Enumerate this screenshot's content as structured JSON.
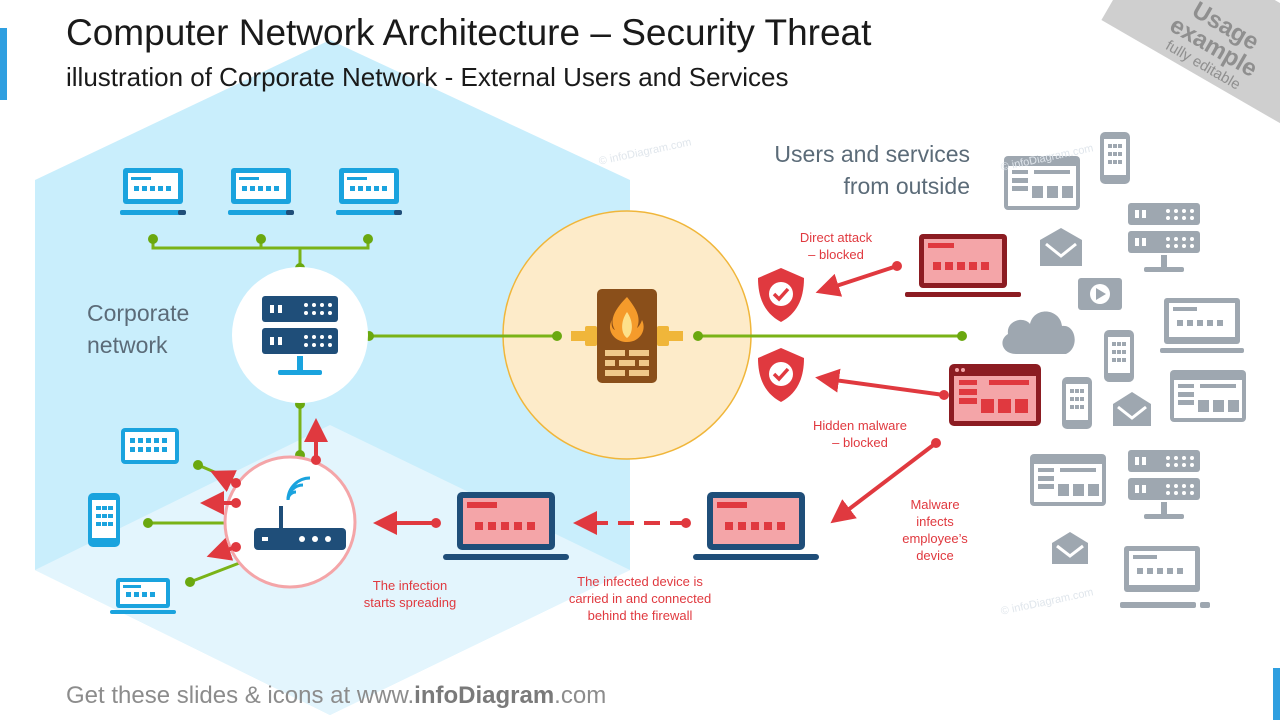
{
  "title": "Computer Network Architecture – Security Threat",
  "subtitle": "illustration of Corporate Network - External Users and Services",
  "footer": {
    "prefix": "Get these slides & icons at www.",
    "brand": "infoDiagram",
    "suffix": ".com"
  },
  "badge": {
    "line1": "Usage",
    "line2": "example",
    "line3": "fully editable"
  },
  "labels": {
    "corporate_line1": "Corporate",
    "corporate_line2": "network",
    "outside_line1": "Users and services",
    "outside_line2": "from outside",
    "direct_attack_1": "Direct attack",
    "direct_attack_2": "– blocked",
    "hidden_malware_1": "Hidden malware",
    "hidden_malware_2": "– blocked",
    "malware_infects_1": "Malware",
    "malware_infects_2": "infects",
    "malware_infects_3": "employee’s",
    "malware_infects_4": "device",
    "infected_carried_1": "The infected device is",
    "infected_carried_2": "carried in and connected",
    "infected_carried_3": "behind the firewall",
    "spreading_1": "The infection",
    "spreading_2": "starts spreading"
  },
  "watermark": "© infoDiagram.com",
  "icons": {
    "firewall": "firewall-icon",
    "server": "server-icon",
    "router": "wifi-router-icon",
    "shield": "shield-check-icon",
    "cloud": "cloud-icon"
  },
  "colors": {
    "zone": "#c9eefc",
    "zone_light": "#e3f5fd",
    "blue_icon": "#1aa3de",
    "navy": "#1f4e79",
    "green": "#7ab317",
    "green_dot": "#6aa80f",
    "red": "#e0393f",
    "red_light": "#f4a5a8",
    "dark_red": "#8c1c22",
    "firewall_bg": "#fdebc9",
    "firewall_border": "#f0b63a",
    "firewall_body": "#8a4f1a",
    "grey_icon": "#9ea7b0"
  }
}
